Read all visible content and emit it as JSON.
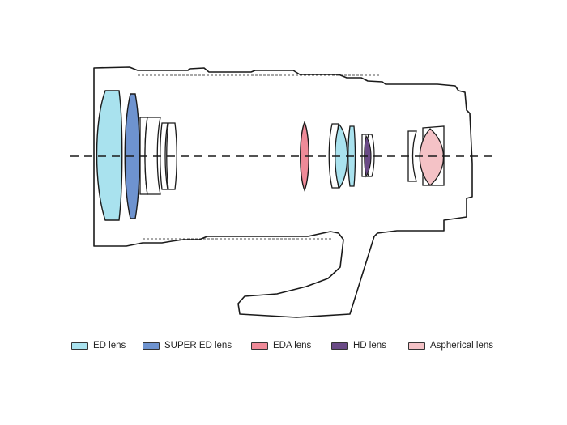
{
  "legend": [
    {
      "label": "ED lens",
      "color": "#a9e2ee"
    },
    {
      "label": "SUPER ED lens",
      "color": "#6e93cf"
    },
    {
      "label": "EDA lens",
      "color": "#ef8a98"
    },
    {
      "label": "HD lens",
      "color": "#6a4a86"
    },
    {
      "label": "Aspherical lens",
      "color": "#f4c2c6"
    }
  ],
  "colors": {
    "outline": "#1a1a1a",
    "plain_glass": "#ffffff",
    "optical_axis": "#1a1a1a"
  }
}
